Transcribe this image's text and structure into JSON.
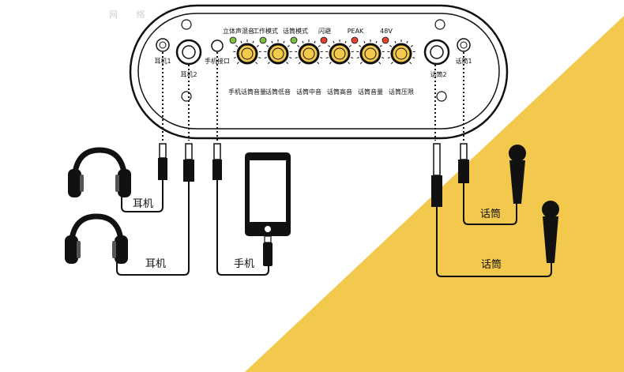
{
  "watermark": "网 络 直 播 专 用",
  "colors": {
    "background": "#ffffff",
    "stripe": "#f2c94c",
    "device": "#ffffff",
    "stroke": "#111111",
    "led_green": "#7bc043",
    "led_red": "#e2442f"
  },
  "device": {
    "indicators": [
      {
        "label": "立体声混音",
        "led": "green"
      },
      {
        "label": "工作模式",
        "led": "green"
      },
      {
        "label": "话筒模式",
        "led": "green"
      },
      {
        "label": "闪避",
        "led": "red"
      },
      {
        "label": "PEAK",
        "led": "red"
      },
      {
        "label": "48V",
        "led": "red"
      }
    ],
    "knobs": [
      "手机话筒音量",
      "话筒低音",
      "话筒中音",
      "话筒高音",
      "话筒音量",
      "话筒压限"
    ],
    "ports": {
      "headphone1": "耳机1",
      "headphone2": "耳机2",
      "phone_port": "手机接口",
      "mic2": "话筒2",
      "mic1": "话筒1"
    }
  },
  "connections": {
    "headphone_top": "耳机",
    "headphone_bottom": "耳机",
    "phone": "手机",
    "mic_top": "话筒",
    "mic_bottom": "话筒"
  }
}
